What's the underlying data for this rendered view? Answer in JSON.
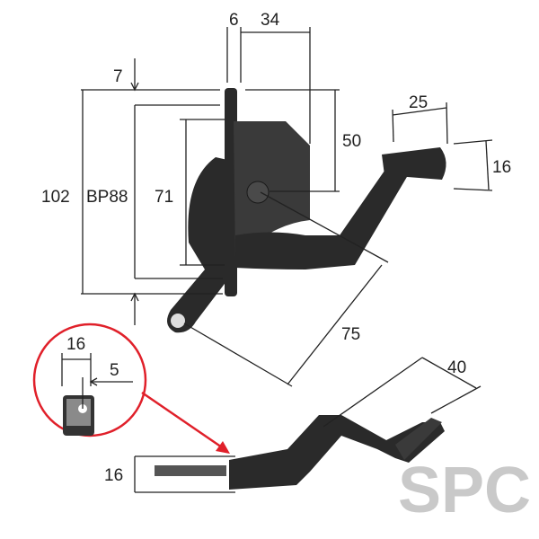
{
  "dimensions": {
    "top_width_small": "6",
    "top_width_large": "34",
    "top_offset": "7",
    "total_height": "102",
    "backplate": "BP88",
    "plate_height": "71",
    "shaft_offset": "50",
    "knob_length": "25",
    "knob_diameter": "16",
    "arm_length": "75",
    "detail_width": "16",
    "detail_offset": "5",
    "side_height": "40",
    "side_thickness": "16"
  },
  "watermark": "SPC",
  "colors": {
    "callout": "#e0202a",
    "watermark": "#c9c9c9",
    "part": "#2a2a2a"
  }
}
